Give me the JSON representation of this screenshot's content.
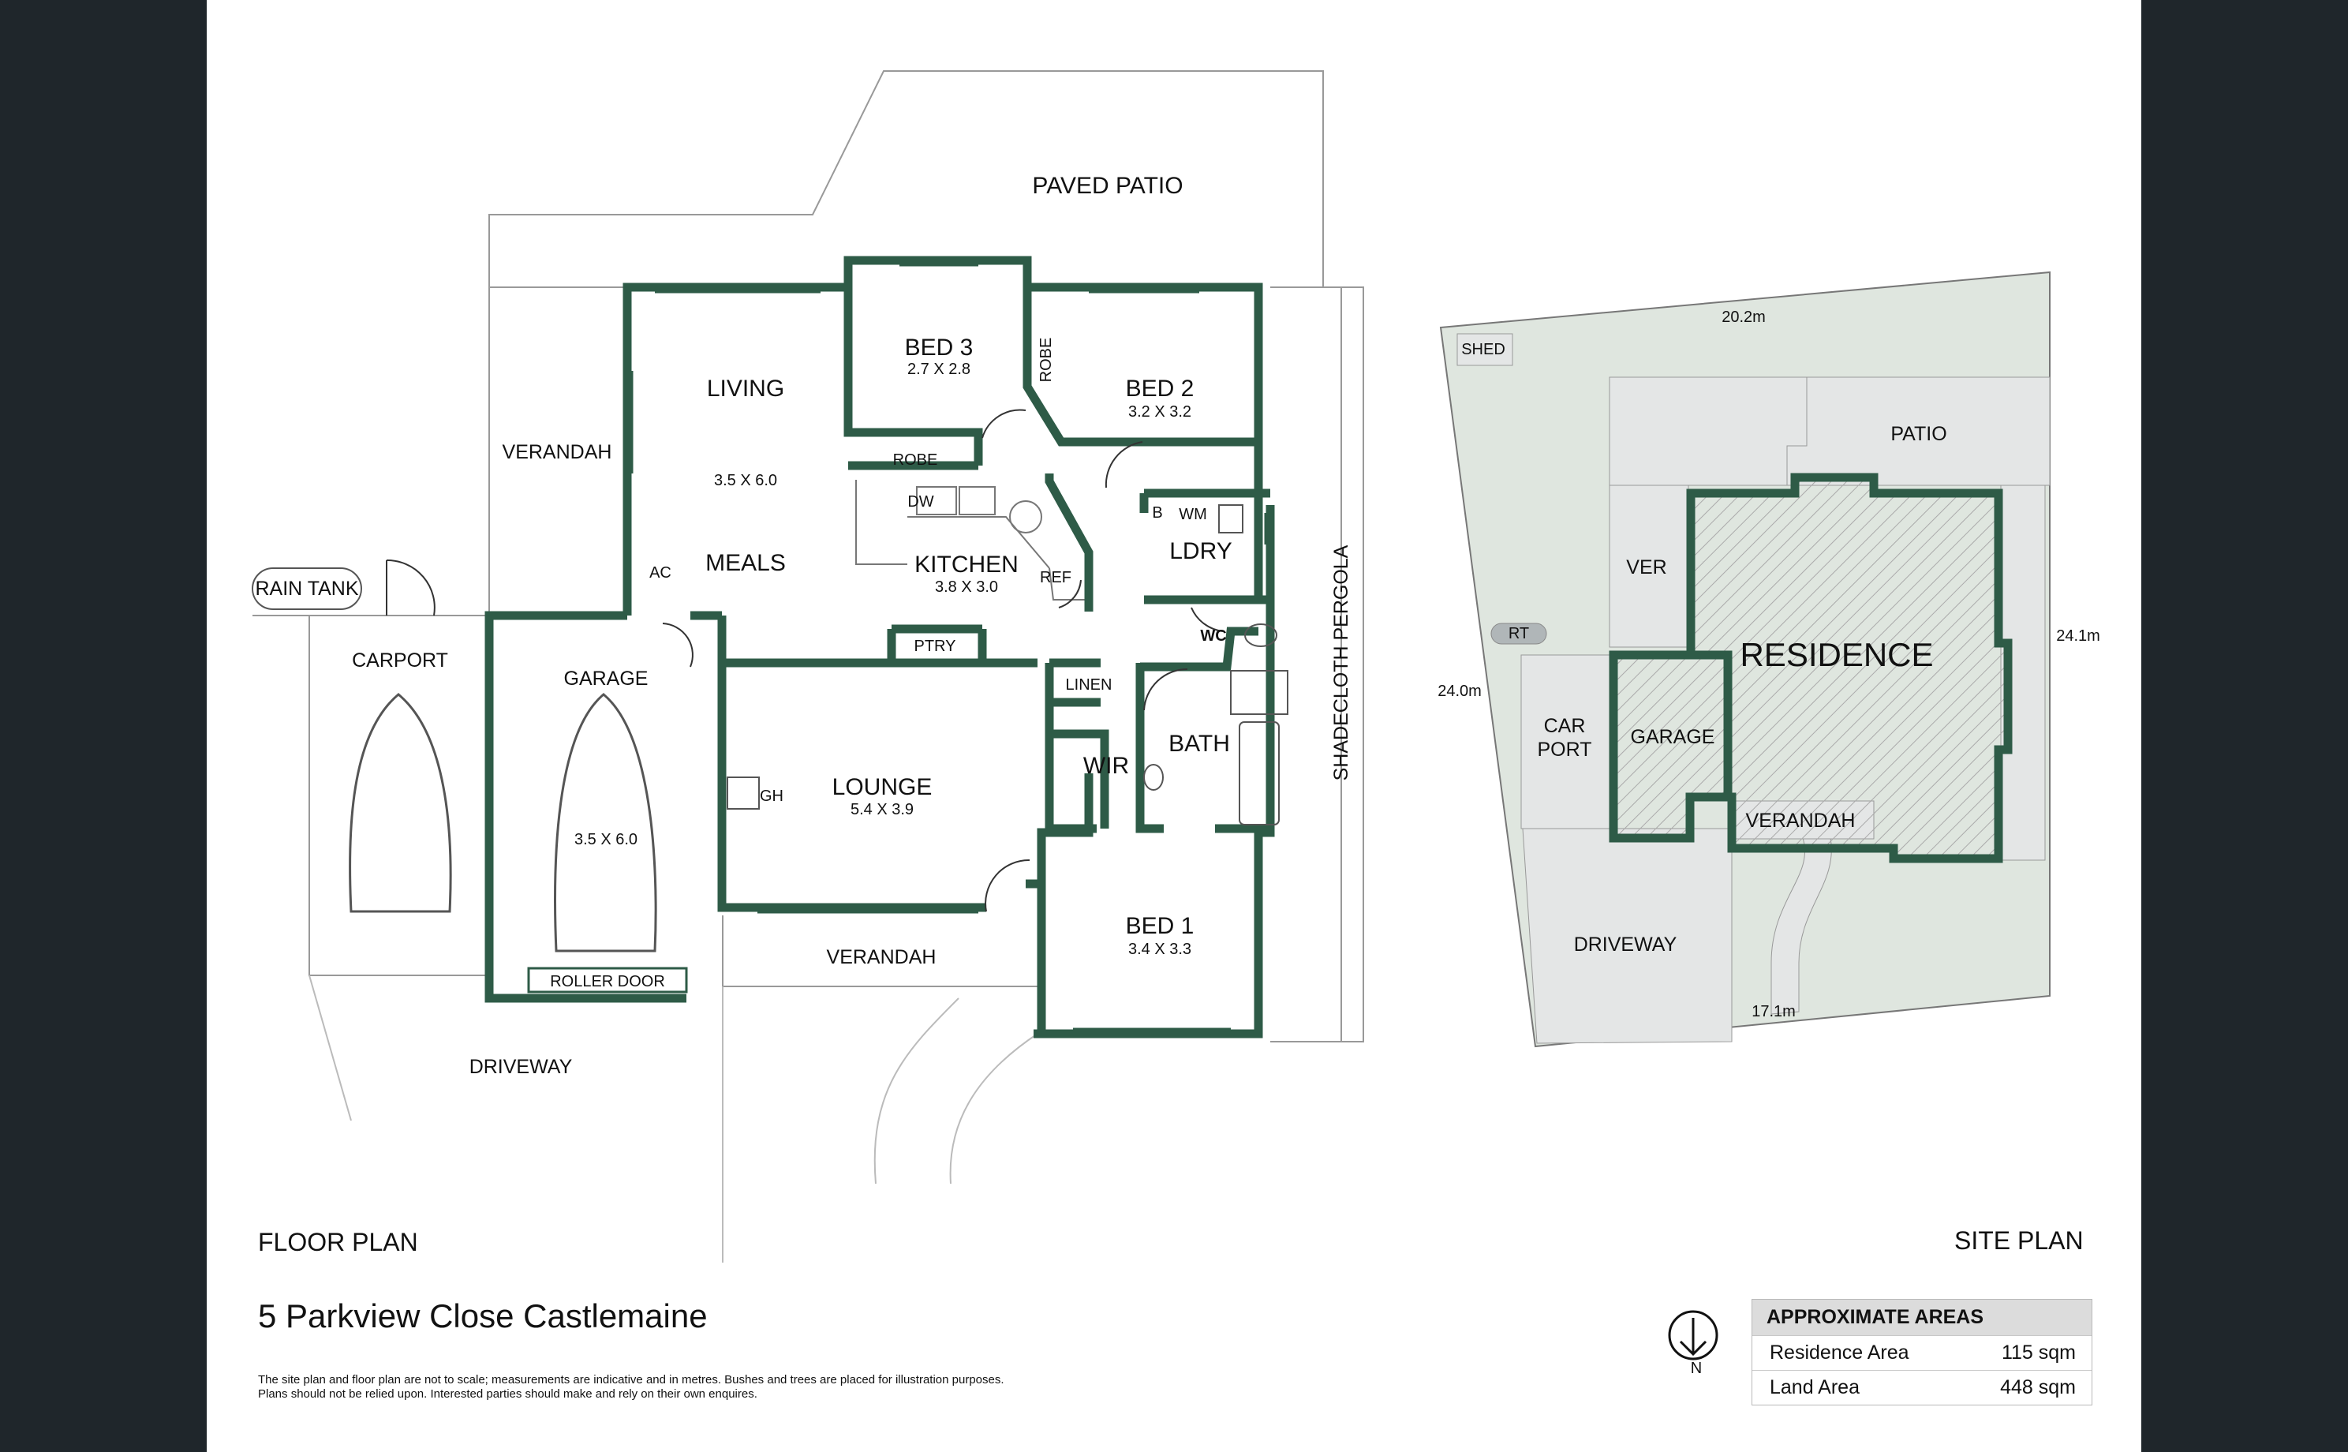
{
  "colors": {
    "wall": "#2e5b47",
    "site_green": "#dfe6df",
    "paved": "#e4e6e6",
    "page_bg": "#1f262b"
  },
  "floor_plan": {
    "caption": "FLOOR PLAN",
    "rooms": {
      "paved_patio": "PAVED PATIO",
      "living": "LIVING",
      "living_dims": "3.5 X 6.0",
      "meals": "MEALS",
      "verandah_west": "VERANDAH",
      "ac": "AC",
      "rain_tank": "RAIN TANK",
      "bed3": "BED 3",
      "bed3_dims": "2.7 X 2.8",
      "robe_bed3": "ROBE",
      "robe_bed2": "ROBE",
      "bed2": "BED 2",
      "bed2_dims": "3.2 X 3.2",
      "dw": "DW",
      "kitchen": "KITCHEN",
      "kitchen_dims": "3.8 X 3.0",
      "ref": "REF",
      "b": "B",
      "wm": "WM",
      "ldry": "LDRY",
      "wc": "WC",
      "pergola": "SHADECLOTH PERGOLA",
      "carport": "CARPORT",
      "garage": "GARAGE",
      "garage_dims": "3.5 X 6.0",
      "ptry": "PTRY",
      "linen": "LINEN",
      "lounge": "LOUNGE",
      "lounge_dims": "5.4 X 3.9",
      "gh": "GH",
      "wir": "WIR",
      "bath": "BATH",
      "verandah_south": "VERANDAH",
      "bed1": "BED 1",
      "bed1_dims": "3.4 X 3.3",
      "roller_door": "ROLLER DOOR",
      "driveway": "DRIVEWAY"
    }
  },
  "site_plan": {
    "caption": "SITE PLAN",
    "labels": {
      "shed": "SHED",
      "top_dim": "20.2m",
      "patio": "PATIO",
      "ver": "VER",
      "rt": "RT",
      "residence": "RESIDENCE",
      "right_dim": "24.1m",
      "left_dim": "24.0m",
      "car_port_line1": "CAR",
      "car_port_line2": "PORT",
      "garage": "GARAGE",
      "verandah": "VERANDAH",
      "driveway": "DRIVEWAY",
      "bottom_dim": "17.1m"
    },
    "north_label": "N"
  },
  "address": "5 Parkview Close Castlemaine",
  "disclaimer": {
    "line1": "The site plan and floor plan are not to scale; measurements are indicative and in metres. Bushes and trees are placed for illustration purposes.",
    "line2": "Plans should not be relied upon. Interested parties should make and rely on their own enquires."
  },
  "areas_table": {
    "title": "APPROXIMATE AREAS",
    "rows": [
      {
        "label": "Residence Area",
        "value": "115 sqm"
      },
      {
        "label": "Land Area",
        "value": "448 sqm"
      }
    ]
  }
}
